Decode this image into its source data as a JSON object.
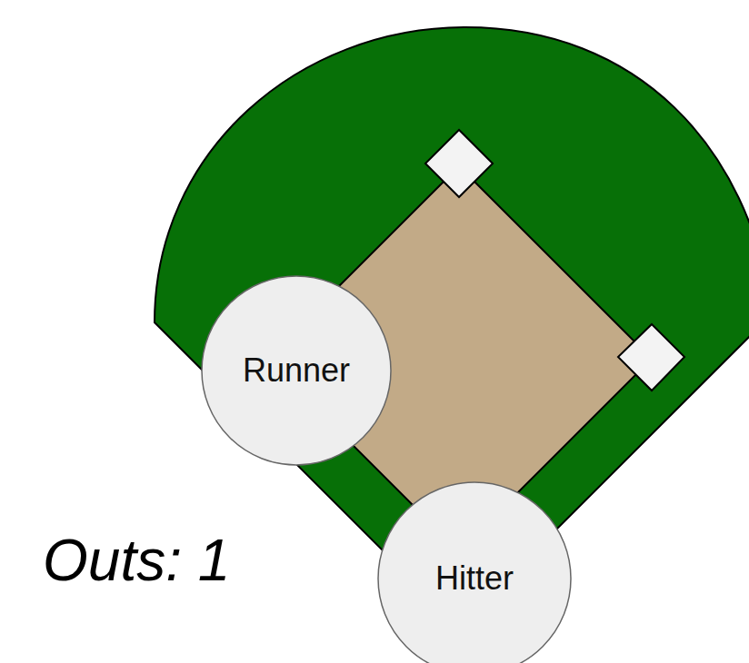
{
  "diagram": {
    "nodes": [
      {
        "text": [
          "Runner"
        ]
      },
      {
        "text": [
          "Hitter"
        ]
      }
    ],
    "labels": [
      "Outs: 1"
    ]
  }
}
